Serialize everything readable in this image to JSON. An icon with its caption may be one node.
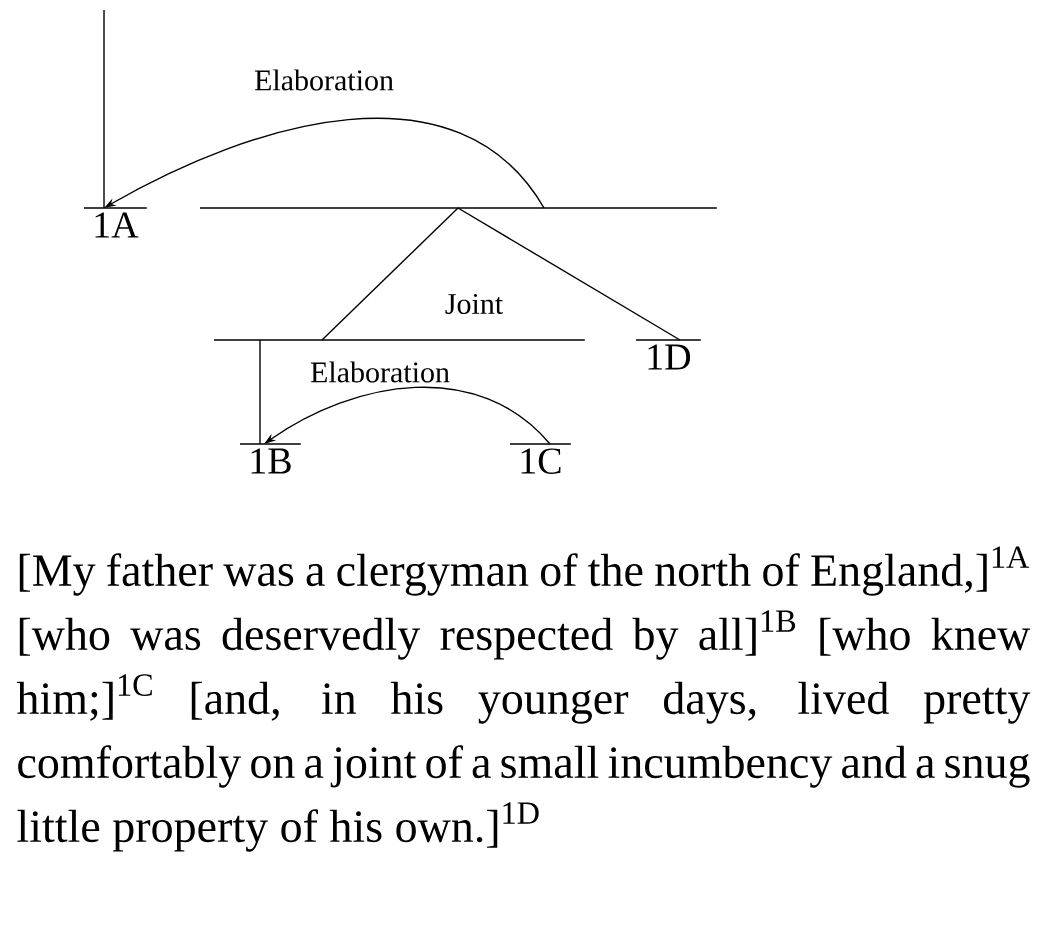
{
  "diagram": {
    "caption": "[My father was a clergyman of the north of England,]$^{1A}$ [who was deservedly respected by all]$^{1B}$ [who knew him;]$^{1C}$ [and, in his younger days, lived pretty comfortably on a joint of a small incumbency and a snug little property of his own.]$^{1D}$",
    "nodes": [
      {
        "text": [
          "1A"
        ]
      },
      {
        "text": [],
        "shape": "bar"
      },
      {
        "text": [],
        "shape": "bar"
      },
      {
        "text": [
          "1D"
        ]
      },
      {
        "text": [
          "1B"
        ]
      },
      {
        "text": [
          "1C"
        ]
      }
    ],
    "edges": [
      {
        "from": null,
        "to": 0,
        "arrow": "none"
      },
      {
        "from": 1,
        "to": 0,
        "arrow": "to",
        "label": "Elaboration"
      },
      {
        "from": 1,
        "to": 2,
        "arrow": "none"
      },
      {
        "from": 1,
        "to": 3,
        "arrow": "none"
      },
      {
        "from": 2,
        "to": 4,
        "arrow": "none"
      },
      {
        "from": 5,
        "to": 4,
        "arrow": "to",
        "label": "Elaboration"
      }
    ],
    "labels": [
      "Joint"
    ]
  }
}
